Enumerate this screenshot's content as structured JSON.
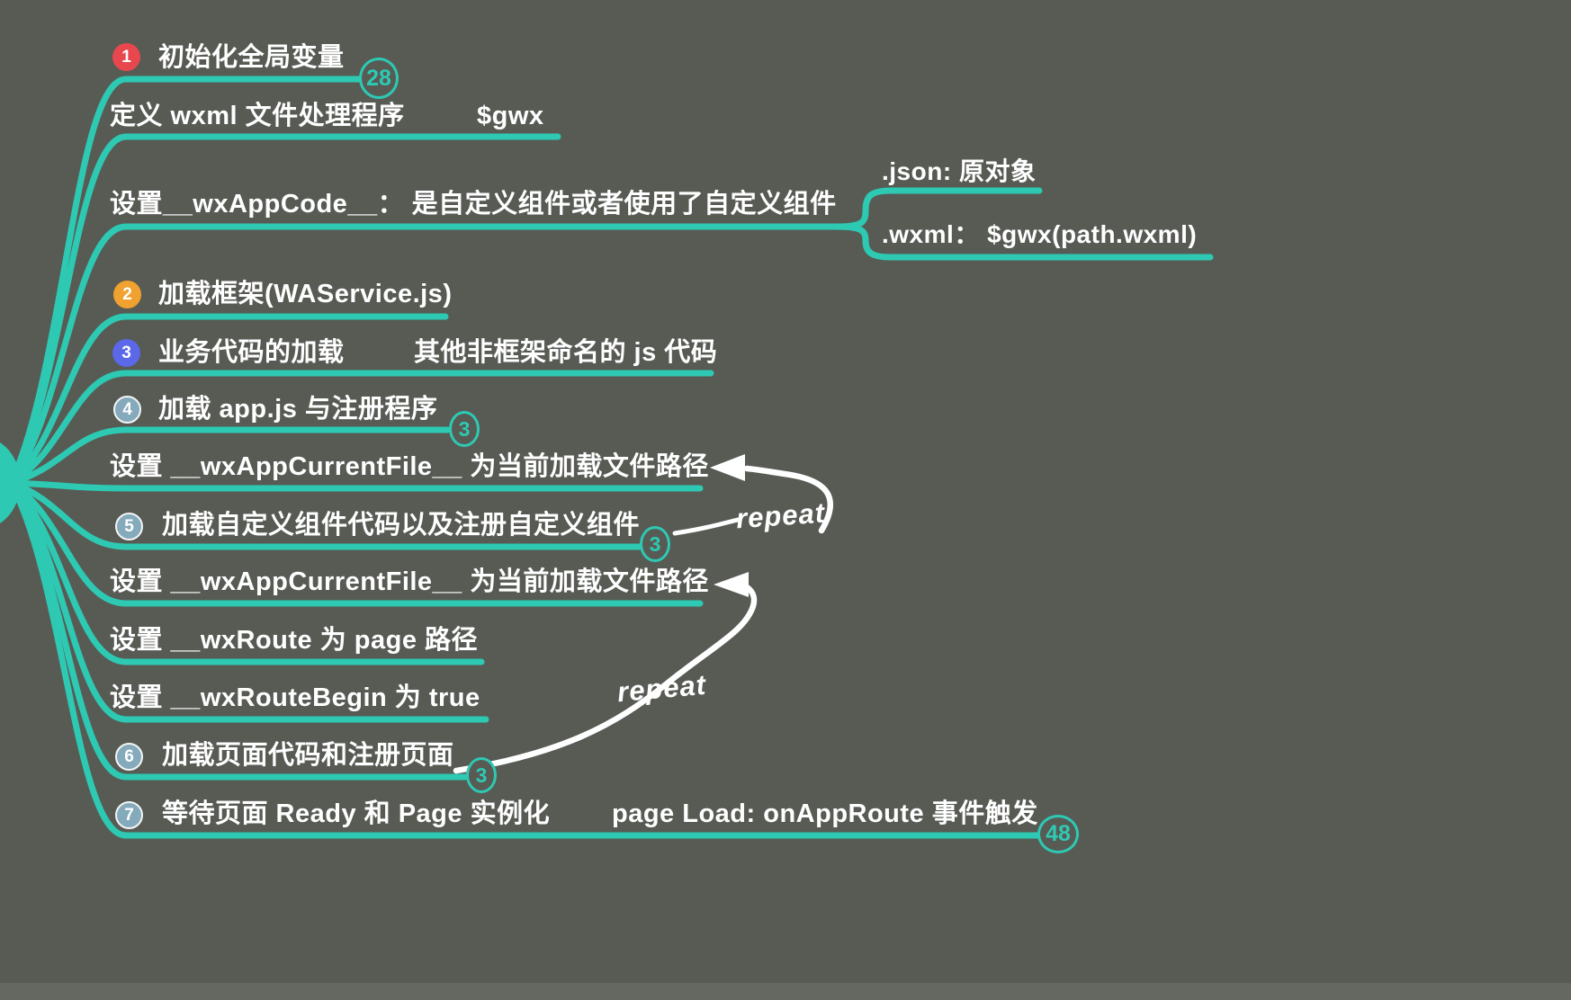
{
  "colors": {
    "background": "#575b54",
    "accent": "#2ec9b3",
    "text": "#ffffff",
    "priority_1_red": "#e8484d",
    "priority_2_orange": "#f0a12f",
    "priority_3_blue": "#5b68e8",
    "step_circle_gray": "#84aabc"
  },
  "mindmap": {
    "nodes": {
      "n1": {
        "num": "1",
        "label": "初始化全局变量",
        "badge": "28"
      },
      "n2": {
        "label": "定义 wxml 文件处理程序",
        "child": "$gwx"
      },
      "n3": {
        "label": "设置__wxAppCode__： 是自定义组件或者使用了自定义组件"
      },
      "n3a": {
        "label": ".json: 原对象"
      },
      "n3b": {
        "label": ".wxml： $gwx(path.wxml)"
      },
      "n4": {
        "num": "2",
        "label": "加载框架(WAService.js)"
      },
      "n5": {
        "num": "3",
        "label": "业务代码的加载",
        "child": "其他非框架命名的 js 代码"
      },
      "n6": {
        "num": "4",
        "label": "加载 app.js 与注册程序",
        "badge": "3"
      },
      "n7": {
        "label": "设置 __wxAppCurrentFile__ 为当前加载文件路径"
      },
      "n8": {
        "num": "5",
        "label": "加载自定义组件代码以及注册自定义组件",
        "badge": "3"
      },
      "n9": {
        "label": "设置 __wxAppCurrentFile__ 为当前加载文件路径"
      },
      "n10": {
        "label": "设置 __wxRoute 为 page 路径"
      },
      "n11": {
        "label": "设置 __wxRouteBegin 为 true"
      },
      "n12": {
        "num": "6",
        "label": "加载页面代码和注册页面",
        "badge": "3"
      },
      "n13": {
        "num": "7",
        "label": "等待页面 Ready 和 Page 实例化",
        "child": "page Load: onAppRoute 事件触发",
        "badge": "48"
      }
    },
    "annotations": {
      "repeat_top": "repeat",
      "repeat_bottom": "repeat"
    }
  }
}
